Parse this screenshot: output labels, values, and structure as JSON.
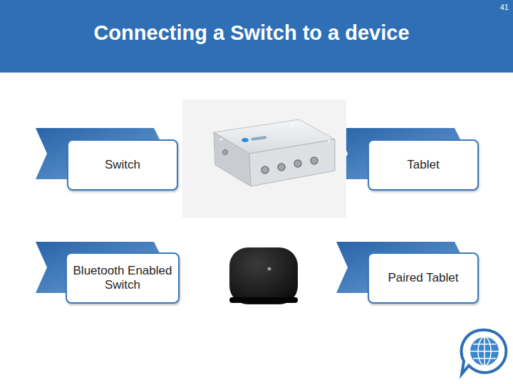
{
  "diagram": {
    "title": "Connecting a Switch to a device",
    "nodes": [
      {
        "text": [
          "Switch"
        ]
      },
      {
        "text": [
          "Tablet"
        ]
      },
      {
        "text": [
          "Bluetooth Enabled Switch"
        ]
      },
      {
        "text": [
          "Paired Tablet"
        ]
      }
    ],
    "labels": [
      "41"
    ]
  }
}
